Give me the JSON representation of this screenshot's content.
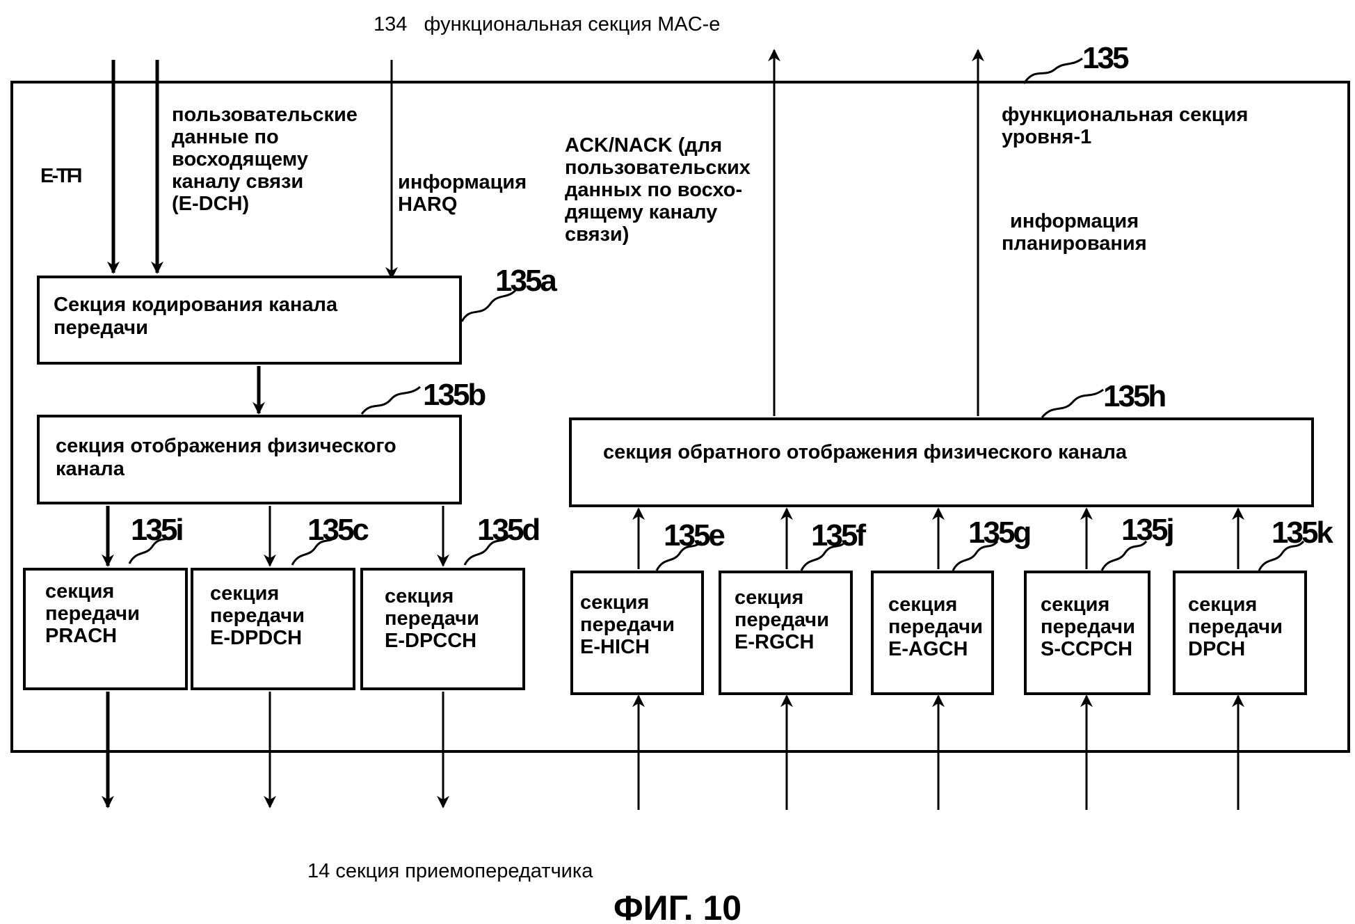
{
  "caption_top": "134   функциональная секция MAC-e",
  "caption_bottom": "14 секция приемопередатчика",
  "figure_label": "ФИГ. 10",
  "frame": {
    "ref": "135",
    "label": [
      "функциональная секция",
      "уровня-1"
    ]
  },
  "inputs": {
    "etfi": "E-TFI",
    "user_data": [
      "пользовательские",
      "данные по",
      "восходящему",
      "каналу связи",
      "(E-DCH)"
    ],
    "harq": [
      "информация",
      "HARQ"
    ]
  },
  "outputs": {
    "ack": [
      "ACK/NACK (для",
      "пользовательских",
      "данных по восхо-",
      "дящему каналу",
      "связи)"
    ],
    "sched": [
      "информация",
      "планирования"
    ]
  },
  "blocks": {
    "encoding": {
      "ref": "135a",
      "label": [
        "Секция кодирования канала",
        "передачи"
      ]
    },
    "mapping": {
      "ref": "135b",
      "label": [
        "секция отображения физического",
        "канала"
      ]
    },
    "demapping": {
      "ref": "135h",
      "label": [
        "секция обратного отображения физического канала"
      ]
    }
  },
  "tx": [
    {
      "ref": "135i",
      "label": [
        "секция",
        "передачи",
        "PRACH"
      ]
    },
    {
      "ref": "135c",
      "label": [
        "секция",
        "передачи",
        "E-DPDCH"
      ]
    },
    {
      "ref": "135d",
      "label": [
        "секция",
        "передачи",
        "E-DPCCH"
      ]
    }
  ],
  "rx": [
    {
      "ref": "135e",
      "label": [
        "секция",
        "передачи",
        "E-HICH"
      ]
    },
    {
      "ref": "135f",
      "label": [
        "секция",
        "передачи",
        "E-RGCH"
      ]
    },
    {
      "ref": "135g",
      "label": [
        "секция",
        "передачи",
        "E-AGCH"
      ]
    },
    {
      "ref": "135j",
      "label": [
        "секция",
        "передачи",
        "S-CCPCH"
      ]
    },
    {
      "ref": "135k",
      "label": [
        "секция",
        "передачи",
        "DPCH"
      ]
    }
  ]
}
